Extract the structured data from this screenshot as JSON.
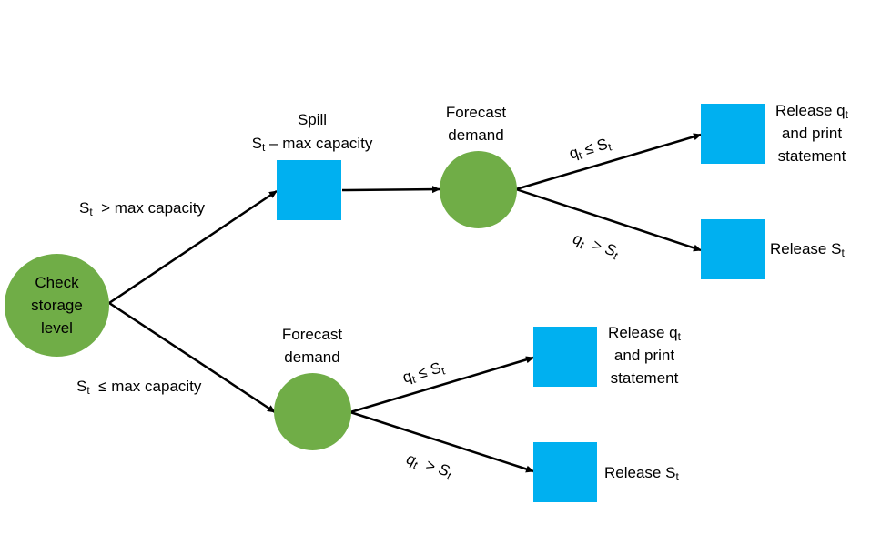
{
  "colors": {
    "decision_node": "#70ad47",
    "action_node": "#00b0f0",
    "edge": "#000000"
  },
  "root": {
    "label_lines": [
      "Check",
      "storage",
      "level"
    ]
  },
  "upper_branch": {
    "condition": {
      "base": "S",
      "sub": "t",
      "rest": "> max capacity"
    },
    "spill_title": "Spill",
    "spill_formula": {
      "base": "S",
      "sub": "t",
      "rest": "– max capacity"
    },
    "forecast_lines": [
      "Forecast",
      "demand"
    ],
    "cond_le": {
      "q": "q",
      "q_sub": "t",
      "op": "≤",
      "s": "S",
      "s_sub": "t"
    },
    "cond_gt": {
      "q": "q",
      "q_sub": "t",
      "op": ">",
      "s": "S",
      "s_sub": "t"
    },
    "release_q": {
      "line1_text": "Release q",
      "line1_sub": "t",
      "line2": "and print",
      "line3": "statement"
    },
    "release_s": {
      "text": "Release S",
      "sub": "t"
    }
  },
  "lower_branch": {
    "condition": {
      "base": "S",
      "sub": "t",
      "rest": "≤ max capacity"
    },
    "forecast_lines": [
      "Forecast",
      "demand"
    ],
    "cond_le": {
      "q": "q",
      "q_sub": "t",
      "op": "≤",
      "s": "S",
      "s_sub": "t"
    },
    "cond_gt": {
      "q": "q",
      "q_sub": "t",
      "op": ">",
      "s": "S",
      "s_sub": "t"
    },
    "release_q": {
      "line1_text": "Release q",
      "line1_sub": "t",
      "line2": "and print",
      "line3": "statement"
    },
    "release_s": {
      "text": "Release S",
      "sub": "t"
    }
  }
}
